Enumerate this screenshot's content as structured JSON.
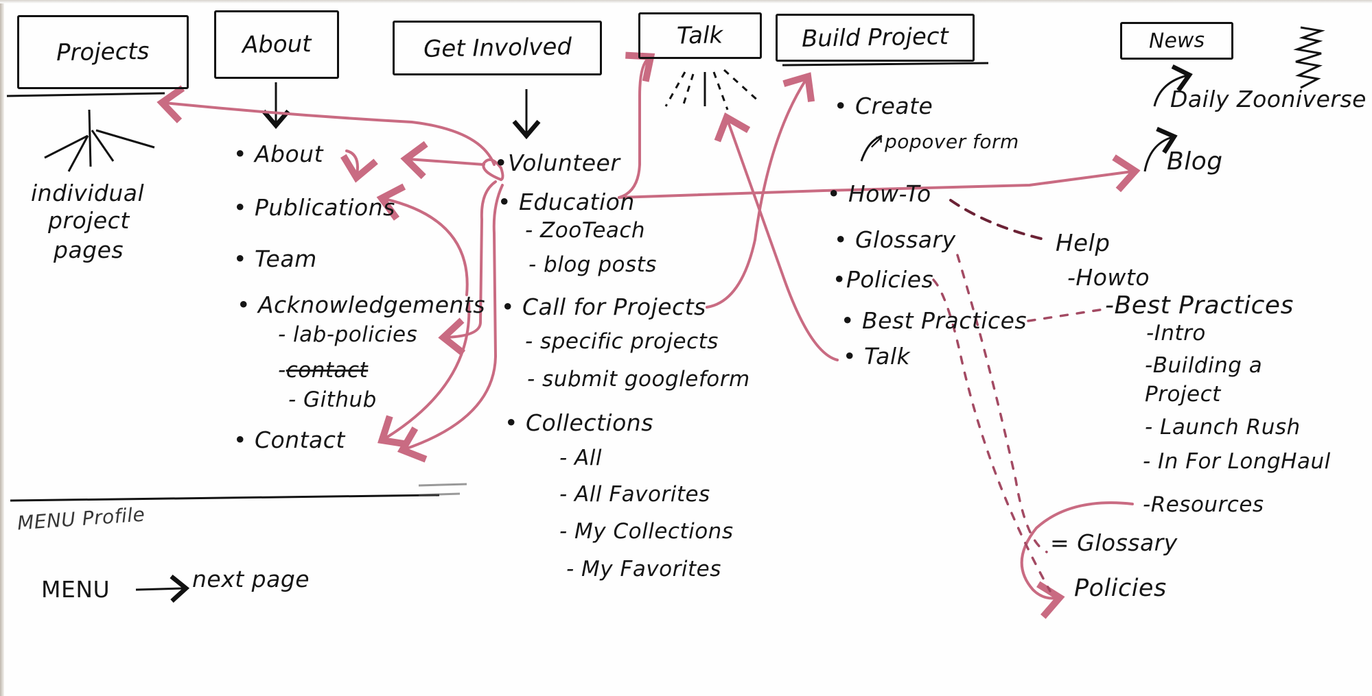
{
  "nav": {
    "projects": "Projects",
    "about": "About",
    "get_involved": "Get Involved",
    "talk": "Talk",
    "build_project": "Build Project",
    "news": "News"
  },
  "projects_section": {
    "note": [
      "individual",
      "project",
      "pages"
    ]
  },
  "about_section": {
    "items": [
      "About",
      "Publications",
      "Team",
      "Acknowledgements",
      "Contact"
    ],
    "acknowledgements_sub": [
      "lab-policies",
      "contact",
      "Github"
    ],
    "struck_sub": "contact"
  },
  "get_involved_section": {
    "items": [
      "Volunteer",
      "Education",
      "Call for Projects",
      "Collections"
    ],
    "education_sub": [
      "ZooTeach",
      "blog posts"
    ],
    "call_for_projects_sub": [
      "specific projects",
      "submit googleform"
    ],
    "collections_sub": [
      "All",
      "All Favorites",
      "My Collections",
      "My Favorites"
    ]
  },
  "build_project_section": {
    "items": [
      "Create",
      "How-To",
      "Glossary",
      "Policies",
      "Best Practices",
      "Talk"
    ],
    "create_sub": "popover form"
  },
  "news_section": {
    "items": [
      "Daily Zooniverse",
      "Blog"
    ]
  },
  "help_section": {
    "title": "Help",
    "howto": "Howto",
    "best_practices": "Best Practices",
    "best_practices_sub": [
      "Intro",
      "Building a Project",
      "Launch Rush",
      "In For LongHaul",
      "Resources"
    ],
    "glossary": "Glossary",
    "policies": "Policies"
  },
  "footer": {
    "scribble": "MENU Profile",
    "menu_note_left": "MENU",
    "menu_note_right": "next page"
  },
  "colors": {
    "ink": "#151515",
    "pink_marker": "#c96b82",
    "dark_pink_dashed": "#8e3b52"
  }
}
